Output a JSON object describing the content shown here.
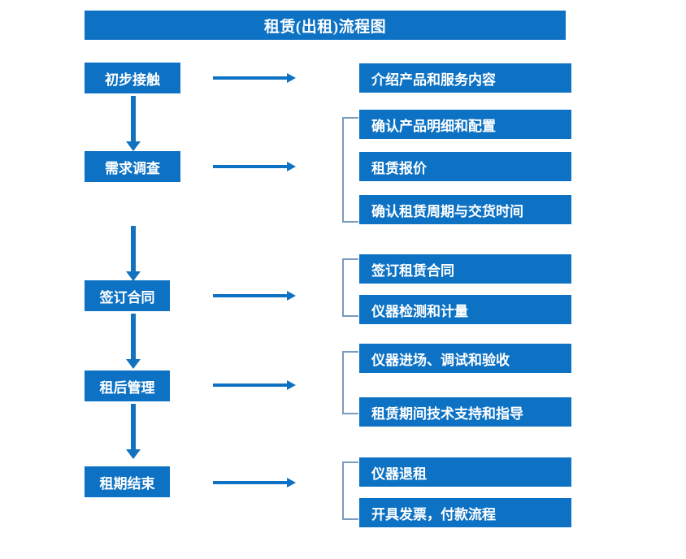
{
  "title": {
    "text": "租赁(出租)流程图"
  },
  "colors": {
    "box_blue": "#0d72c4",
    "arrow_blue": "#1272bd",
    "bracket_gray_blue": "#7a9ac0",
    "text_white": "#ffffff",
    "background": "#ffffff"
  },
  "flow": {
    "stages": [
      {
        "id": "stage-1",
        "label": "初步接触",
        "details": [
          "介绍产品和服务内容"
        ],
        "has_bracket": false
      },
      {
        "id": "stage-2",
        "label": "需求调查",
        "details": [
          "确认产品明细和配置",
          "租赁报价",
          "确认租赁周期与交货时间"
        ],
        "has_bracket": true
      },
      {
        "id": "stage-3",
        "label": "签订合同",
        "details": [
          "签订租赁合同",
          "仪器检测和计量"
        ],
        "has_bracket": true
      },
      {
        "id": "stage-4",
        "label": "租后管理",
        "details": [
          "仪器进场、调试和验收",
          "租赁期间技术支持和指导"
        ],
        "has_bracket": true
      },
      {
        "id": "stage-5",
        "label": "租期结束",
        "details": [
          "仪器退租",
          "开具发票，付款流程"
        ],
        "has_bracket": true
      }
    ],
    "stage_labels": [
      "初步接触",
      "需求调查",
      "签订合同",
      "租后管理",
      "租期结束"
    ],
    "detail_labels": [
      "介绍产品和服务内容",
      "确认产品明细和配置",
      "租赁报价",
      "确认租赁周期与交货时间",
      "签订租赁合同",
      "仪器检测和计量",
      "仪器进场、调试和验收",
      "租赁期间技术支持和指导",
      "仪器退租",
      "开具发票，付款流程"
    ]
  }
}
